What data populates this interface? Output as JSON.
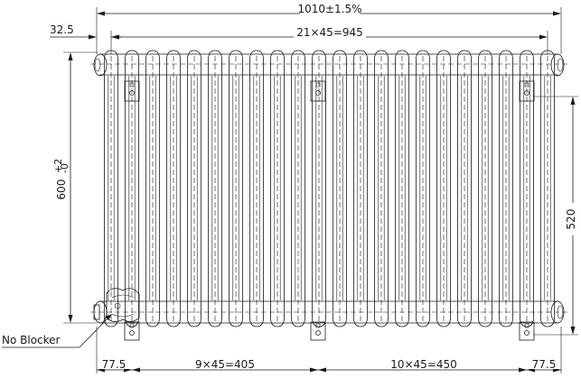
{
  "dimensions": {
    "overall_width": "1010±1.5%",
    "left_offset": "32.5",
    "pitch_span": "21×45=945",
    "height": "600",
    "height_tolerance_upper": "+2",
    "height_tolerance_lower": "-0",
    "bracket_height": "520",
    "bottom_left_offset": "77.5",
    "bottom_left_span": "9×45=405",
    "bottom_right_span": "10×45=450",
    "bottom_right_offset": "77.5"
  },
  "annotations": {
    "no_blocker": "No Blocker"
  },
  "radiator": {
    "column_count": 22,
    "bracket_count": 3
  }
}
